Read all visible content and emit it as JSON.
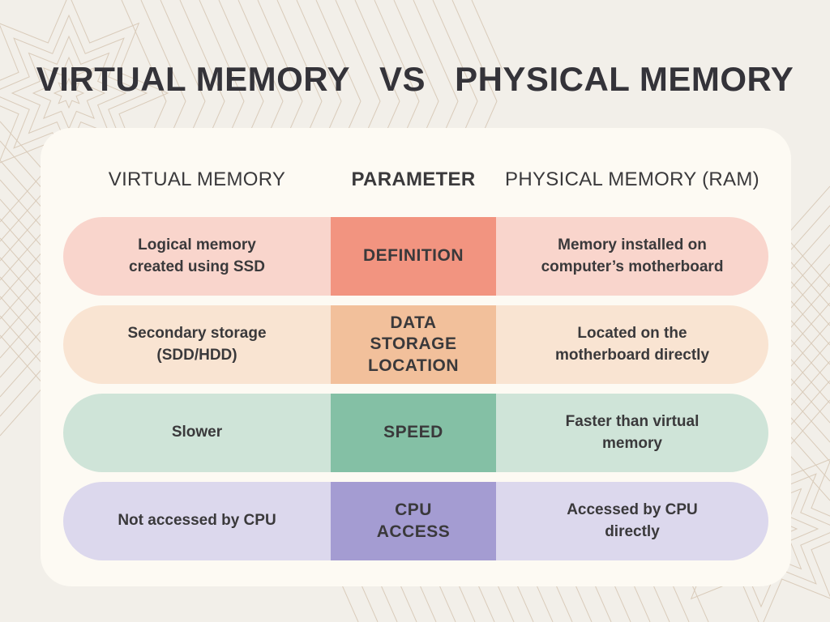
{
  "title": {
    "left": "VIRTUAL MEMORY",
    "vs": "VS",
    "right": "PHYSICAL MEMORY"
  },
  "table": {
    "headers": {
      "left": "VIRTUAL MEMORY",
      "center": "PARAMETER",
      "right": "PHYSICAL MEMORY (RAM)"
    },
    "rows": [
      {
        "parameter": "DEFINITION",
        "virtual": "Logical memory\ncreated using SSD",
        "physical": "Memory installed on\ncomputer’s motherboard",
        "light_color": "#f9d5cc",
        "accent_color": "#f29480"
      },
      {
        "parameter": "DATA\nSTORAGE\nLOCATION",
        "virtual": "Secondary storage\n(SDD/HDD)",
        "physical": "Located on the\nmotherboard directly",
        "light_color": "#f9e4d2",
        "accent_color": "#f2c09b"
      },
      {
        "parameter": "SPEED",
        "virtual": "Slower",
        "physical": "Faster than virtual\nmemory",
        "light_color": "#cfe4d8",
        "accent_color": "#84c0a5"
      },
      {
        "parameter": "CPU\nACCESS",
        "virtual": "Not accessed by CPU",
        "physical": "Accessed by CPU\ndirectly",
        "light_color": "#dcd8ed",
        "accent_color": "#a49cd2"
      }
    ]
  },
  "colors": {
    "background": "#f2efe9",
    "card": "#fdfaf3",
    "text": "#3a393b",
    "pattern": "#d9cbba"
  },
  "decor": [
    "starburst-pattern",
    "chevron-pattern"
  ]
}
